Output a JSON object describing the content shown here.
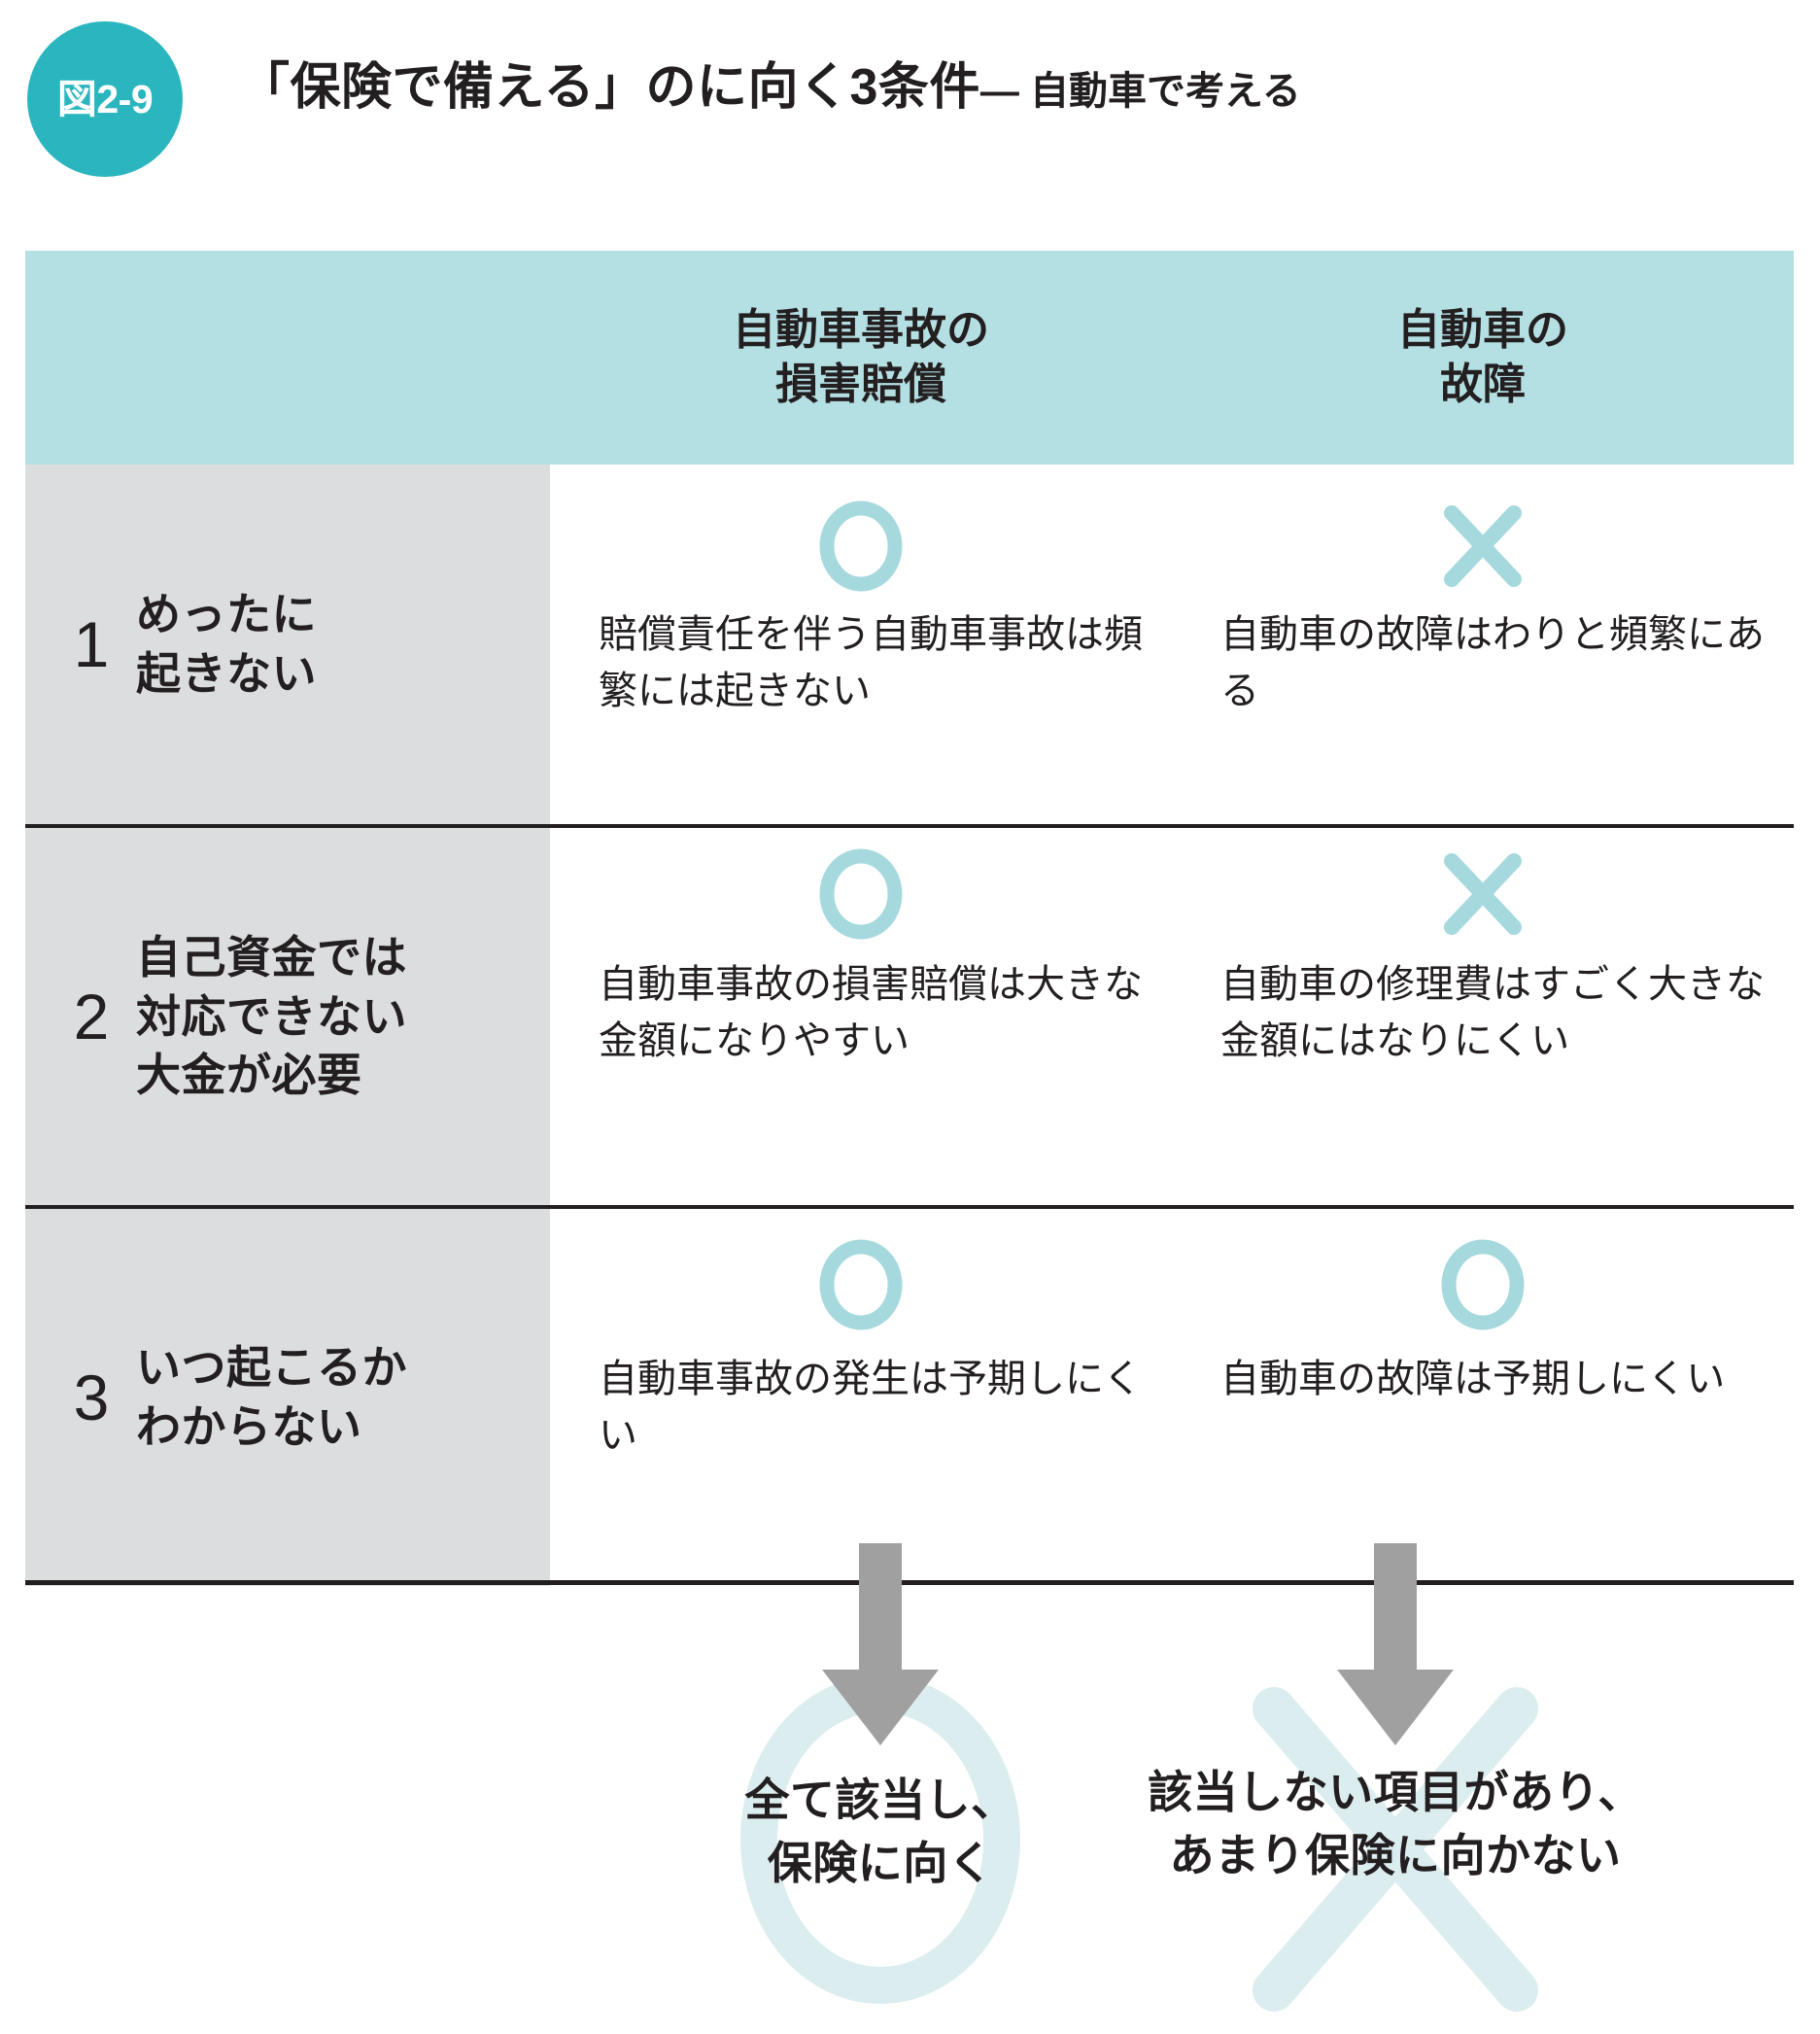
{
  "figure": {
    "badge_label": "図2-9",
    "title_main": "「保険で備える」のに向く3条件",
    "title_sub": "— 自動車で考える",
    "badge_color": "#2bb6bf",
    "header_band_color": "#b4dfe3",
    "row_head_color": "#dcdddf",
    "mark_color": "#a6d9de",
    "mark_pale_color": "#dcedf0",
    "arrow_color": "#a0a0a0"
  },
  "table": {
    "columns": [
      {
        "line1": "自動車事故の",
        "line2": "損害賠償"
      },
      {
        "line1": "自動車の",
        "line2": "故障"
      }
    ],
    "rows": [
      {
        "number": "1",
        "label_line1": "めったに",
        "label_line2": "起きない",
        "label_line3": "",
        "cells": [
          {
            "mark": "circle-icon",
            "text": "賠償責任を伴う自動車事故は頻繁には起きない"
          },
          {
            "mark": "cross-icon",
            "text": "自動車の故障はわりと頻繁にある"
          }
        ]
      },
      {
        "number": "2",
        "label_line1": "自己資金では",
        "label_line2": "対応できない",
        "label_line3": "大金が必要",
        "cells": [
          {
            "mark": "circle-icon",
            "text": "自動車事故の損害賠償は大きな金額になりやすい"
          },
          {
            "mark": "cross-icon",
            "text": "自動車の修理費はすごく大きな金額にはなりにくい"
          }
        ]
      },
      {
        "number": "3",
        "label_line1": "いつ起こるか",
        "label_line2": "わからない",
        "label_line3": "",
        "cells": [
          {
            "mark": "circle-icon",
            "text": "自動車事故の発生は予期しにくい"
          },
          {
            "mark": "circle-icon",
            "text": "自動車の故障は予期しにくい"
          }
        ]
      }
    ]
  },
  "conclusions": [
    {
      "background_mark": "circle-icon",
      "line1": "全て該当し、",
      "line2": "保険に向く"
    },
    {
      "background_mark": "cross-icon",
      "line1": "該当しない項目があり、",
      "line2": "あまり保険に向かない"
    }
  ]
}
